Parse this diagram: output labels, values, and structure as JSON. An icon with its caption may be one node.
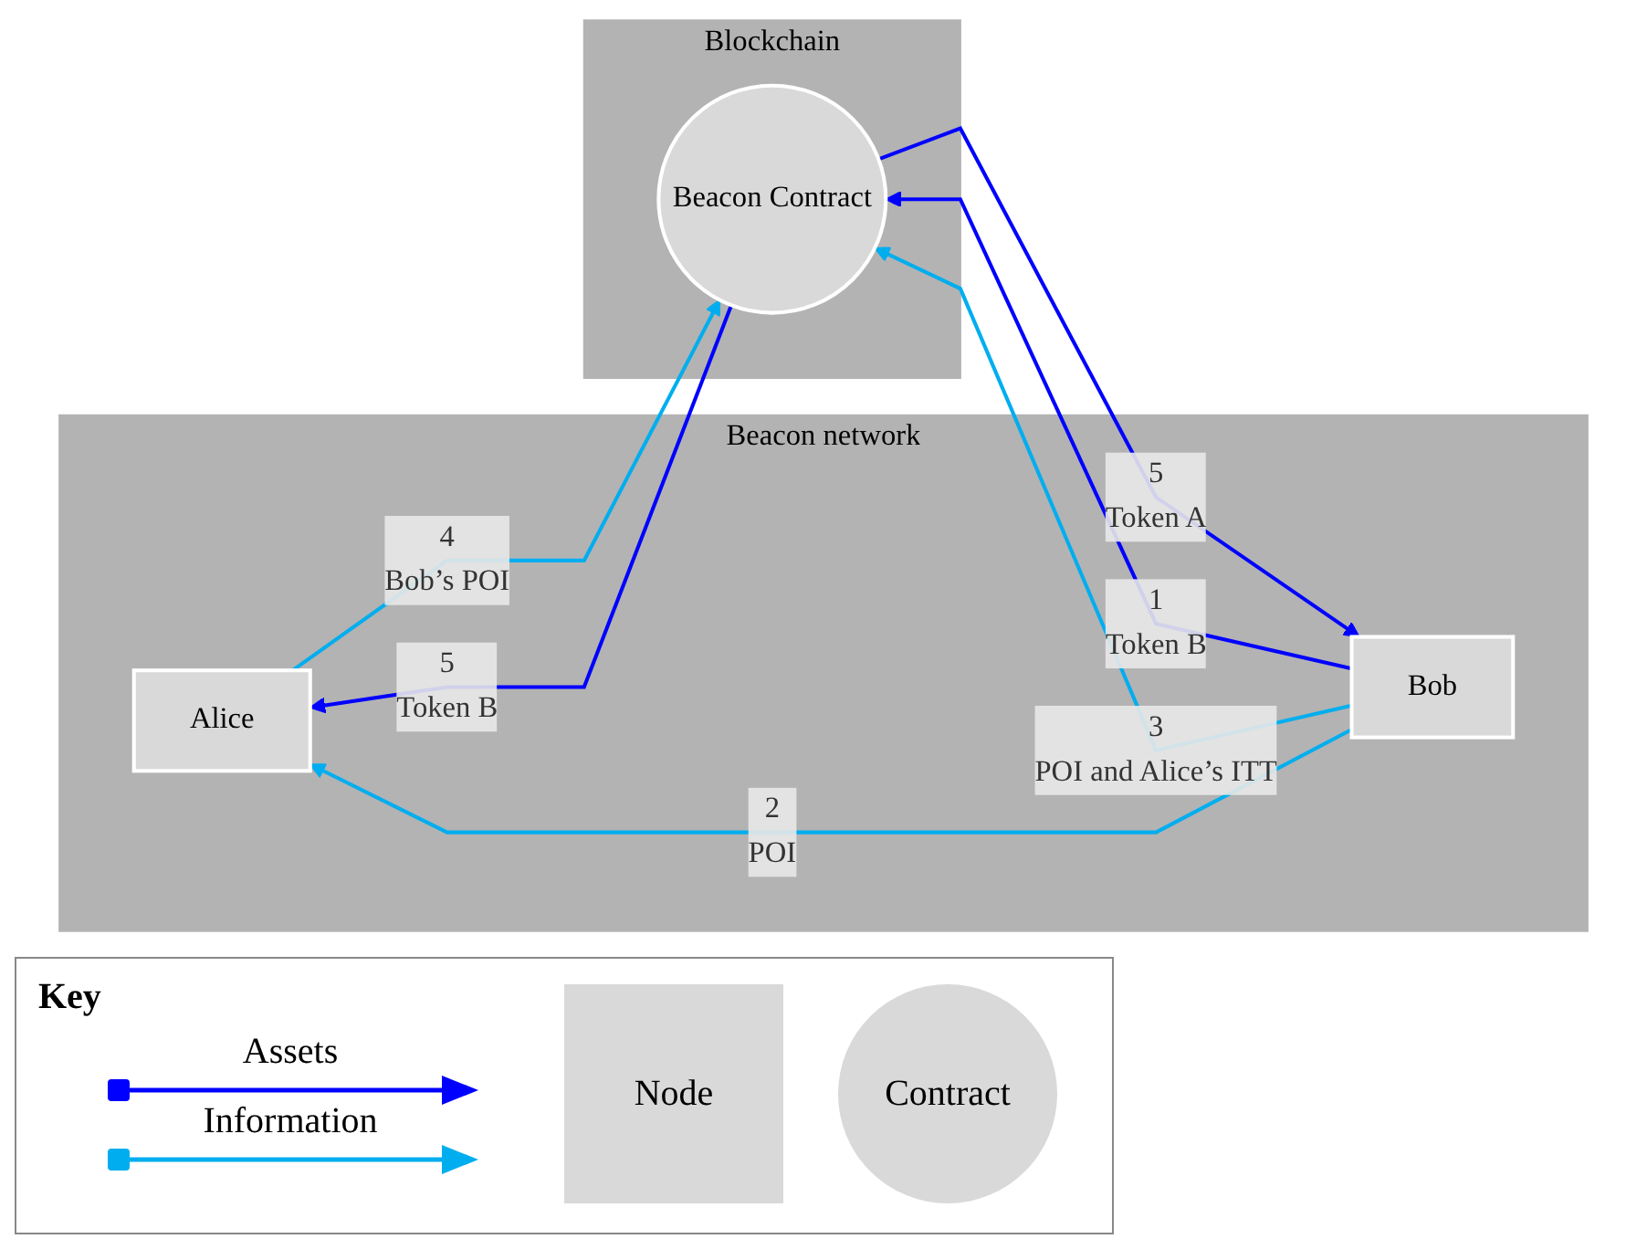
{
  "diagram": {
    "nodes": [
      {
        "text": [
          "Beacon network"
        ]
      },
      {
        "text": [
          "Alice"
        ],
        "in": 0
      },
      {
        "text": [
          "Bob"
        ],
        "in": 0
      },
      {
        "text": [
          "Blockchain"
        ]
      },
      {
        "text": [
          "Beacon Contract"
        ],
        "in": 3
      }
    ],
    "edges": [
      {
        "from": 2,
        "to": 1,
        "arrow": "to",
        "label": "POI",
        "color": "#00aeef"
      },
      {
        "from": 1,
        "to": 4,
        "arrow": "to",
        "label": "Bob’s POI",
        "color": "#00aeef"
      },
      {
        "from": 4,
        "to": 1,
        "arrow": "to",
        "label": "Token B",
        "color": "#0000ff"
      },
      {
        "from": 2,
        "to": 4,
        "arrow": "to",
        "label": "Token B",
        "color": "#0000ff"
      },
      {
        "from": 2,
        "to": 4,
        "arrow": "to",
        "label": "POI and Alice’s ITT",
        "color": "#00aeef"
      },
      {
        "from": 4,
        "to": 2,
        "arrow": "to",
        "label": "Token A",
        "color": "#0000ff"
      }
    ],
    "labels": [
      "5",
      "4",
      "2",
      "1",
      "3",
      "5",
      "Key"
    ],
    "legend": [
      {
        "text": "Assets",
        "color": "#0000ff"
      },
      {
        "text": "Information",
        "color": "#00aeef"
      },
      {
        "text": "Node"
      },
      {
        "text": "Contract"
      }
    ]
  }
}
